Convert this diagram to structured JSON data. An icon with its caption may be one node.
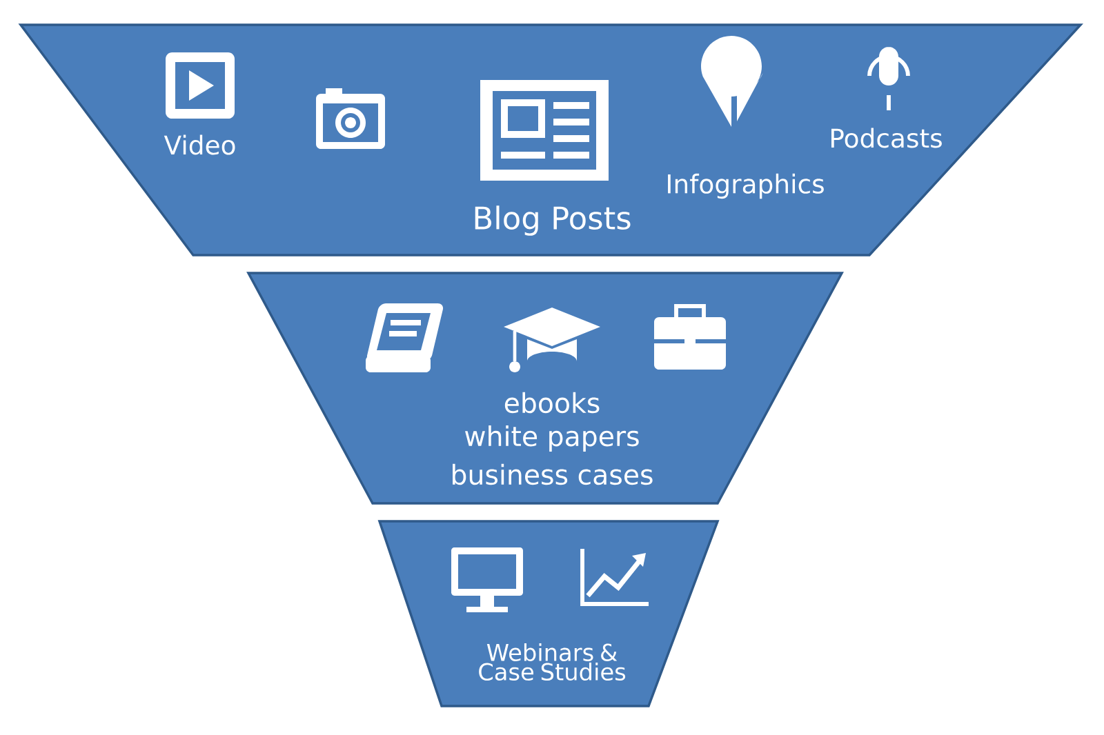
{
  "diagram": {
    "nodes": [
      {
        "text": [
          "Video",
          "Blog Posts",
          "Infographics",
          "Podcasts"
        ]
      },
      {
        "text": [
          "ebooks",
          "white papers",
          "business cases"
        ]
      },
      {
        "text": [
          "Webinars & Case Studies"
        ]
      }
    ]
  }
}
